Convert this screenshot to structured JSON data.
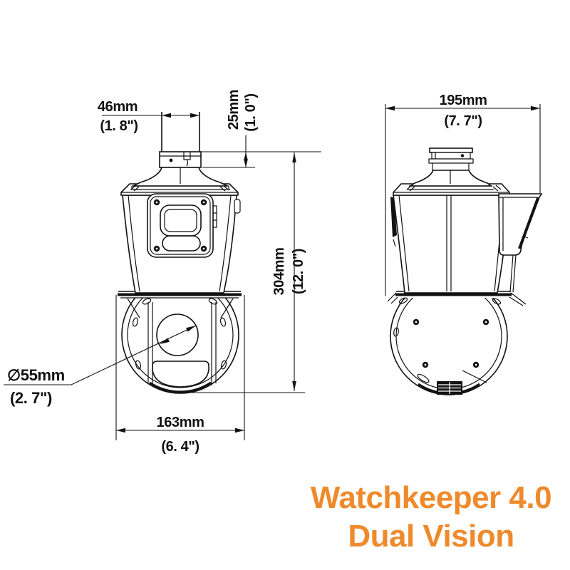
{
  "branding": {
    "line1": "Watchkeeper 4.0",
    "line2": "Dual Vision",
    "color": "#EF8A2C"
  },
  "drawing": {
    "line_color": "#111111",
    "background": "#ffffff"
  },
  "dimensions": {
    "tube_width": {
      "mm": "46mm",
      "inch": "(1. 8\")"
    },
    "mount_collar_height": {
      "mm": "25mm",
      "inch": "(1. 0\")"
    },
    "overall_height": {
      "mm": "304mm",
      "inch": "(12. 0\")"
    },
    "lens_diameter": {
      "mm": "∅55mm",
      "inch": "(2. 7\")"
    },
    "base_width": {
      "mm": "163mm",
      "inch": "(6. 4\")"
    },
    "side_width": {
      "mm": "195mm",
      "inch": "(7. 7\")"
    }
  }
}
